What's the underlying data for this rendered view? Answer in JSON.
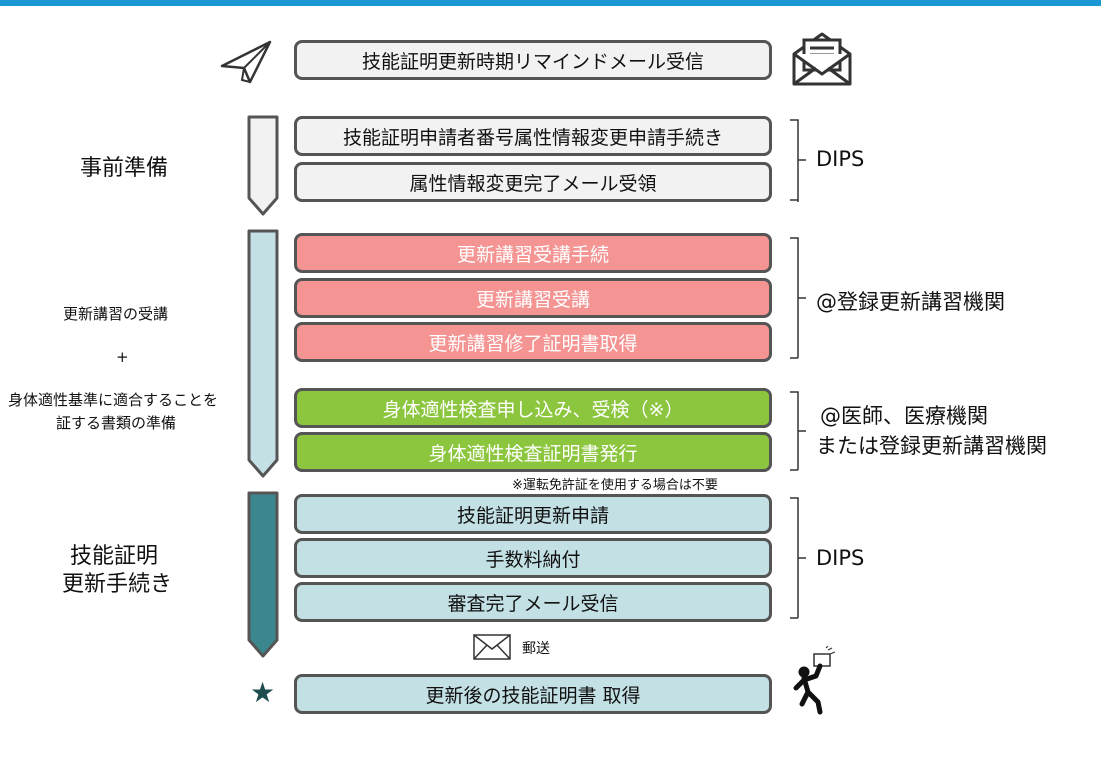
{
  "steps": {
    "remind_mail": "技能証明更新時期リマインドメール受信",
    "change_attr_apply": "技能証明申請者番号属性情報変更申請手続き",
    "change_attr_mail": "属性情報変更完了メール受領",
    "course_apply": "更新講習受講手続",
    "course_attend": "更新講習受講",
    "course_cert": "更新講習修了証明書取得",
    "physical_apply": "身体適性検査申し込み、受検（※）",
    "physical_cert": "身体適性検査証明書発行",
    "renew_apply": "技能証明更新申請",
    "fee": "手数料納付",
    "review_mail": "審査完了メール受信",
    "final": "更新後の技能証明書  取得"
  },
  "phases": {
    "prep": "事前準備",
    "course_line1": "更新講習の受講",
    "plus": "+",
    "course_line2": "身体適性基準に適合することを",
    "course_line3": "証する書類の準備",
    "renew_line1": "技能証明",
    "renew_line2": "更新手続き"
  },
  "groups": {
    "dips1": "DIPS",
    "course_org": "@登録更新講習機関",
    "doctor_line1": "@医師、医療機関",
    "doctor_line2": "または登録更新講習機関",
    "dips2": "DIPS"
  },
  "notes": {
    "license_note": "※運転免許証を使用する場合は不要",
    "mail_label": "郵送"
  },
  "icons": {
    "paper_plane": "paper-plane-icon",
    "envelope_open": "open-envelope-icon",
    "envelope": "envelope-icon",
    "star": "star-icon",
    "runner": "runner-icon"
  },
  "colors": {
    "grey": "#f2f2f2",
    "red": "#f49493",
    "green": "#8cc63f",
    "teal_light": "#c3e0e5",
    "teal_dark": "#3a878d",
    "arrow_light": "#c3e0e5",
    "top_bar": "#1b97d4"
  }
}
